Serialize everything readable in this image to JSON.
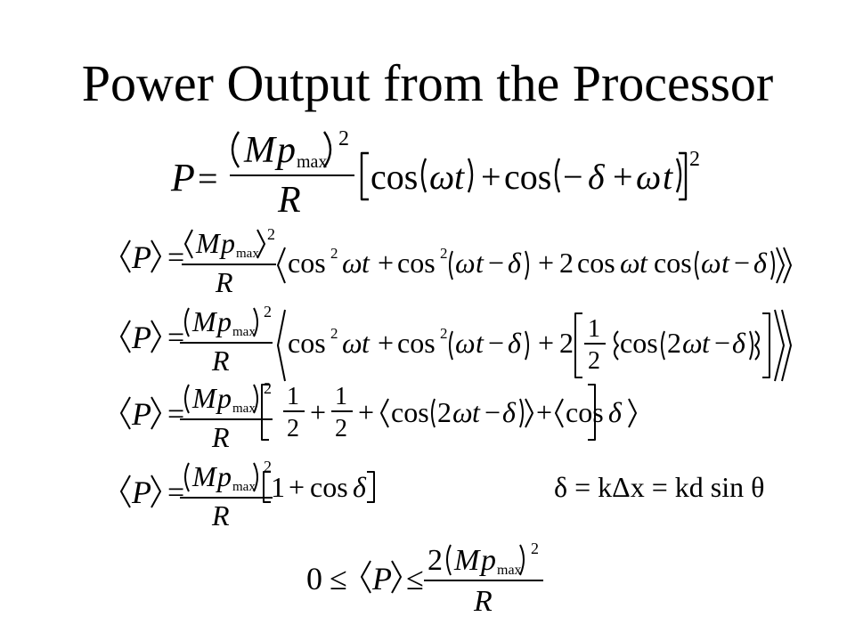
{
  "slide": {
    "title": "Power Output from the Processor"
  },
  "glyphs": {
    "P": "P",
    "R": "R",
    "M": "M",
    "p": "p",
    "max": "max",
    "sq": "2",
    "cos": "cos",
    "omega": "ω",
    "t": "t",
    "delta": "δ",
    "plus": "+",
    "minus": "−",
    "equals": "=",
    "one": "1",
    "two": "2",
    "zero": "0",
    "leq": "≤"
  },
  "relation": {
    "text": "δ = kΔx = kd sin θ"
  }
}
